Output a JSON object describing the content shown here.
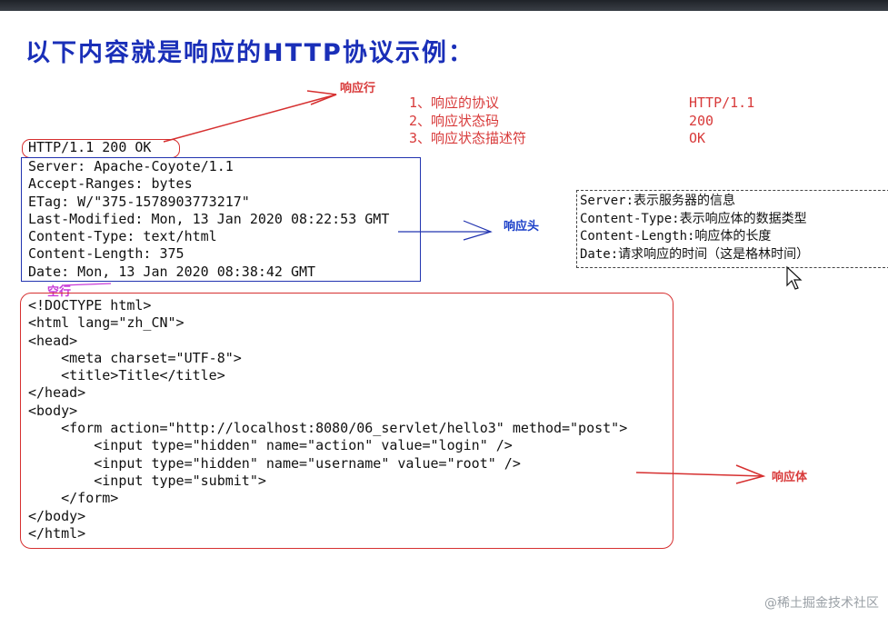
{
  "page": {
    "title": "以下内容就是响应的HTTP协议示例："
  },
  "labels": {
    "response_line": "响应行",
    "response_header": "响应头",
    "blank_line": "空行",
    "response_body": "响应体"
  },
  "notes": [
    {
      "label": "1、响应的协议",
      "value": "HTTP/1.1"
    },
    {
      "label": "2、响应状态码",
      "value": "200"
    },
    {
      "label": "3、响应状态描述符",
      "value": "OK"
    }
  ],
  "response": {
    "status_line": "HTTP/1.1 200 OK",
    "headers": [
      "Server: Apache-Coyote/1.1",
      "Accept-Ranges: bytes",
      "ETag: W/\"375-1578903773217\"",
      "Last-Modified: Mon, 13 Jan 2020 08:22:53 GMT",
      "Content-Type: text/html",
      "Content-Length: 375",
      "Date: Mon, 13 Jan 2020 08:38:42 GMT"
    ],
    "body_lines": [
      "<!DOCTYPE html>",
      "<html lang=\"zh_CN\">",
      "<head>",
      "    <meta charset=\"UTF-8\">",
      "    <title>Title</title>",
      "</head>",
      "<body>",
      "    <form action=\"http://localhost:8080/06_servlet/hello3\" method=\"post\">",
      "        <input type=\"hidden\" name=\"action\" value=\"login\" />",
      "        <input type=\"hidden\" name=\"username\" value=\"root\" />",
      "        <input type=\"submit\">",
      "    </form>",
      "</body>",
      "</html>"
    ]
  },
  "header_explanations": [
    "Server:表示服务器的信息",
    "Content-Type:表示响应体的数据类型",
    "Content-Length:响应体的长度",
    "Date:请求响应的时间（这是格林时间）"
  ],
  "watermark": "@稀土掘金技术社区",
  "colors": {
    "title": "#1a2fb8",
    "annotation_red": "#d83a3a",
    "annotation_blue": "#1a3fc8",
    "annotation_magenta": "#c83ad8"
  }
}
